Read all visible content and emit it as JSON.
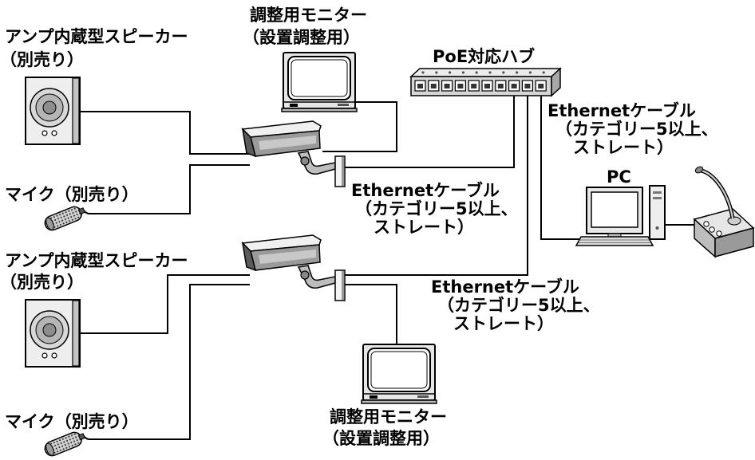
{
  "diagram": {
    "speaker_upper": {
      "name": "アンプ内蔵型スピーカー",
      "note": "（別売り）"
    },
    "monitor_upper": {
      "name": "調整用モニター",
      "note": "（設置調整用）"
    },
    "hub": {
      "name": "PoE対応ハブ"
    },
    "cable_hub_pc": {
      "line1": "Ethernetケーブル",
      "line2": "（カテゴリー5以上、",
      "line3": "ストレート）"
    },
    "pc": {
      "name": "PC"
    },
    "mic_upper": {
      "name": "マイク（別売り）"
    },
    "cable_camera_upper": {
      "line1": "Ethernetケーブル",
      "line2": "（カテゴリー5以上、",
      "line3": "ストレート）"
    },
    "speaker_lower": {
      "name": "アンプ内蔵型スピーカー",
      "note": "（別売り）"
    },
    "cable_camera_lower": {
      "line1": "Ethernetケーブル",
      "line2": "（カテゴリー5以上、",
      "line3": "ストレート）"
    },
    "mic_lower": {
      "name": "マイク（別売り）"
    },
    "monitor_lower": {
      "name": "調整用モニター",
      "note": "（設置調整用）"
    }
  },
  "icons": {
    "speaker": "speaker-icon",
    "microphone": "microphone-icon",
    "monitor": "monitor-icon",
    "camera": "network-camera-icon",
    "hub": "poe-hub-icon",
    "pc": "pc-icon",
    "console": "desk-microphone-icon"
  },
  "colors": {
    "line": "#000000",
    "background": "#ffffff",
    "device_light": "#e8e8e8",
    "device_mid": "#bdbdbd",
    "device_dark": "#8e8e8e"
  }
}
